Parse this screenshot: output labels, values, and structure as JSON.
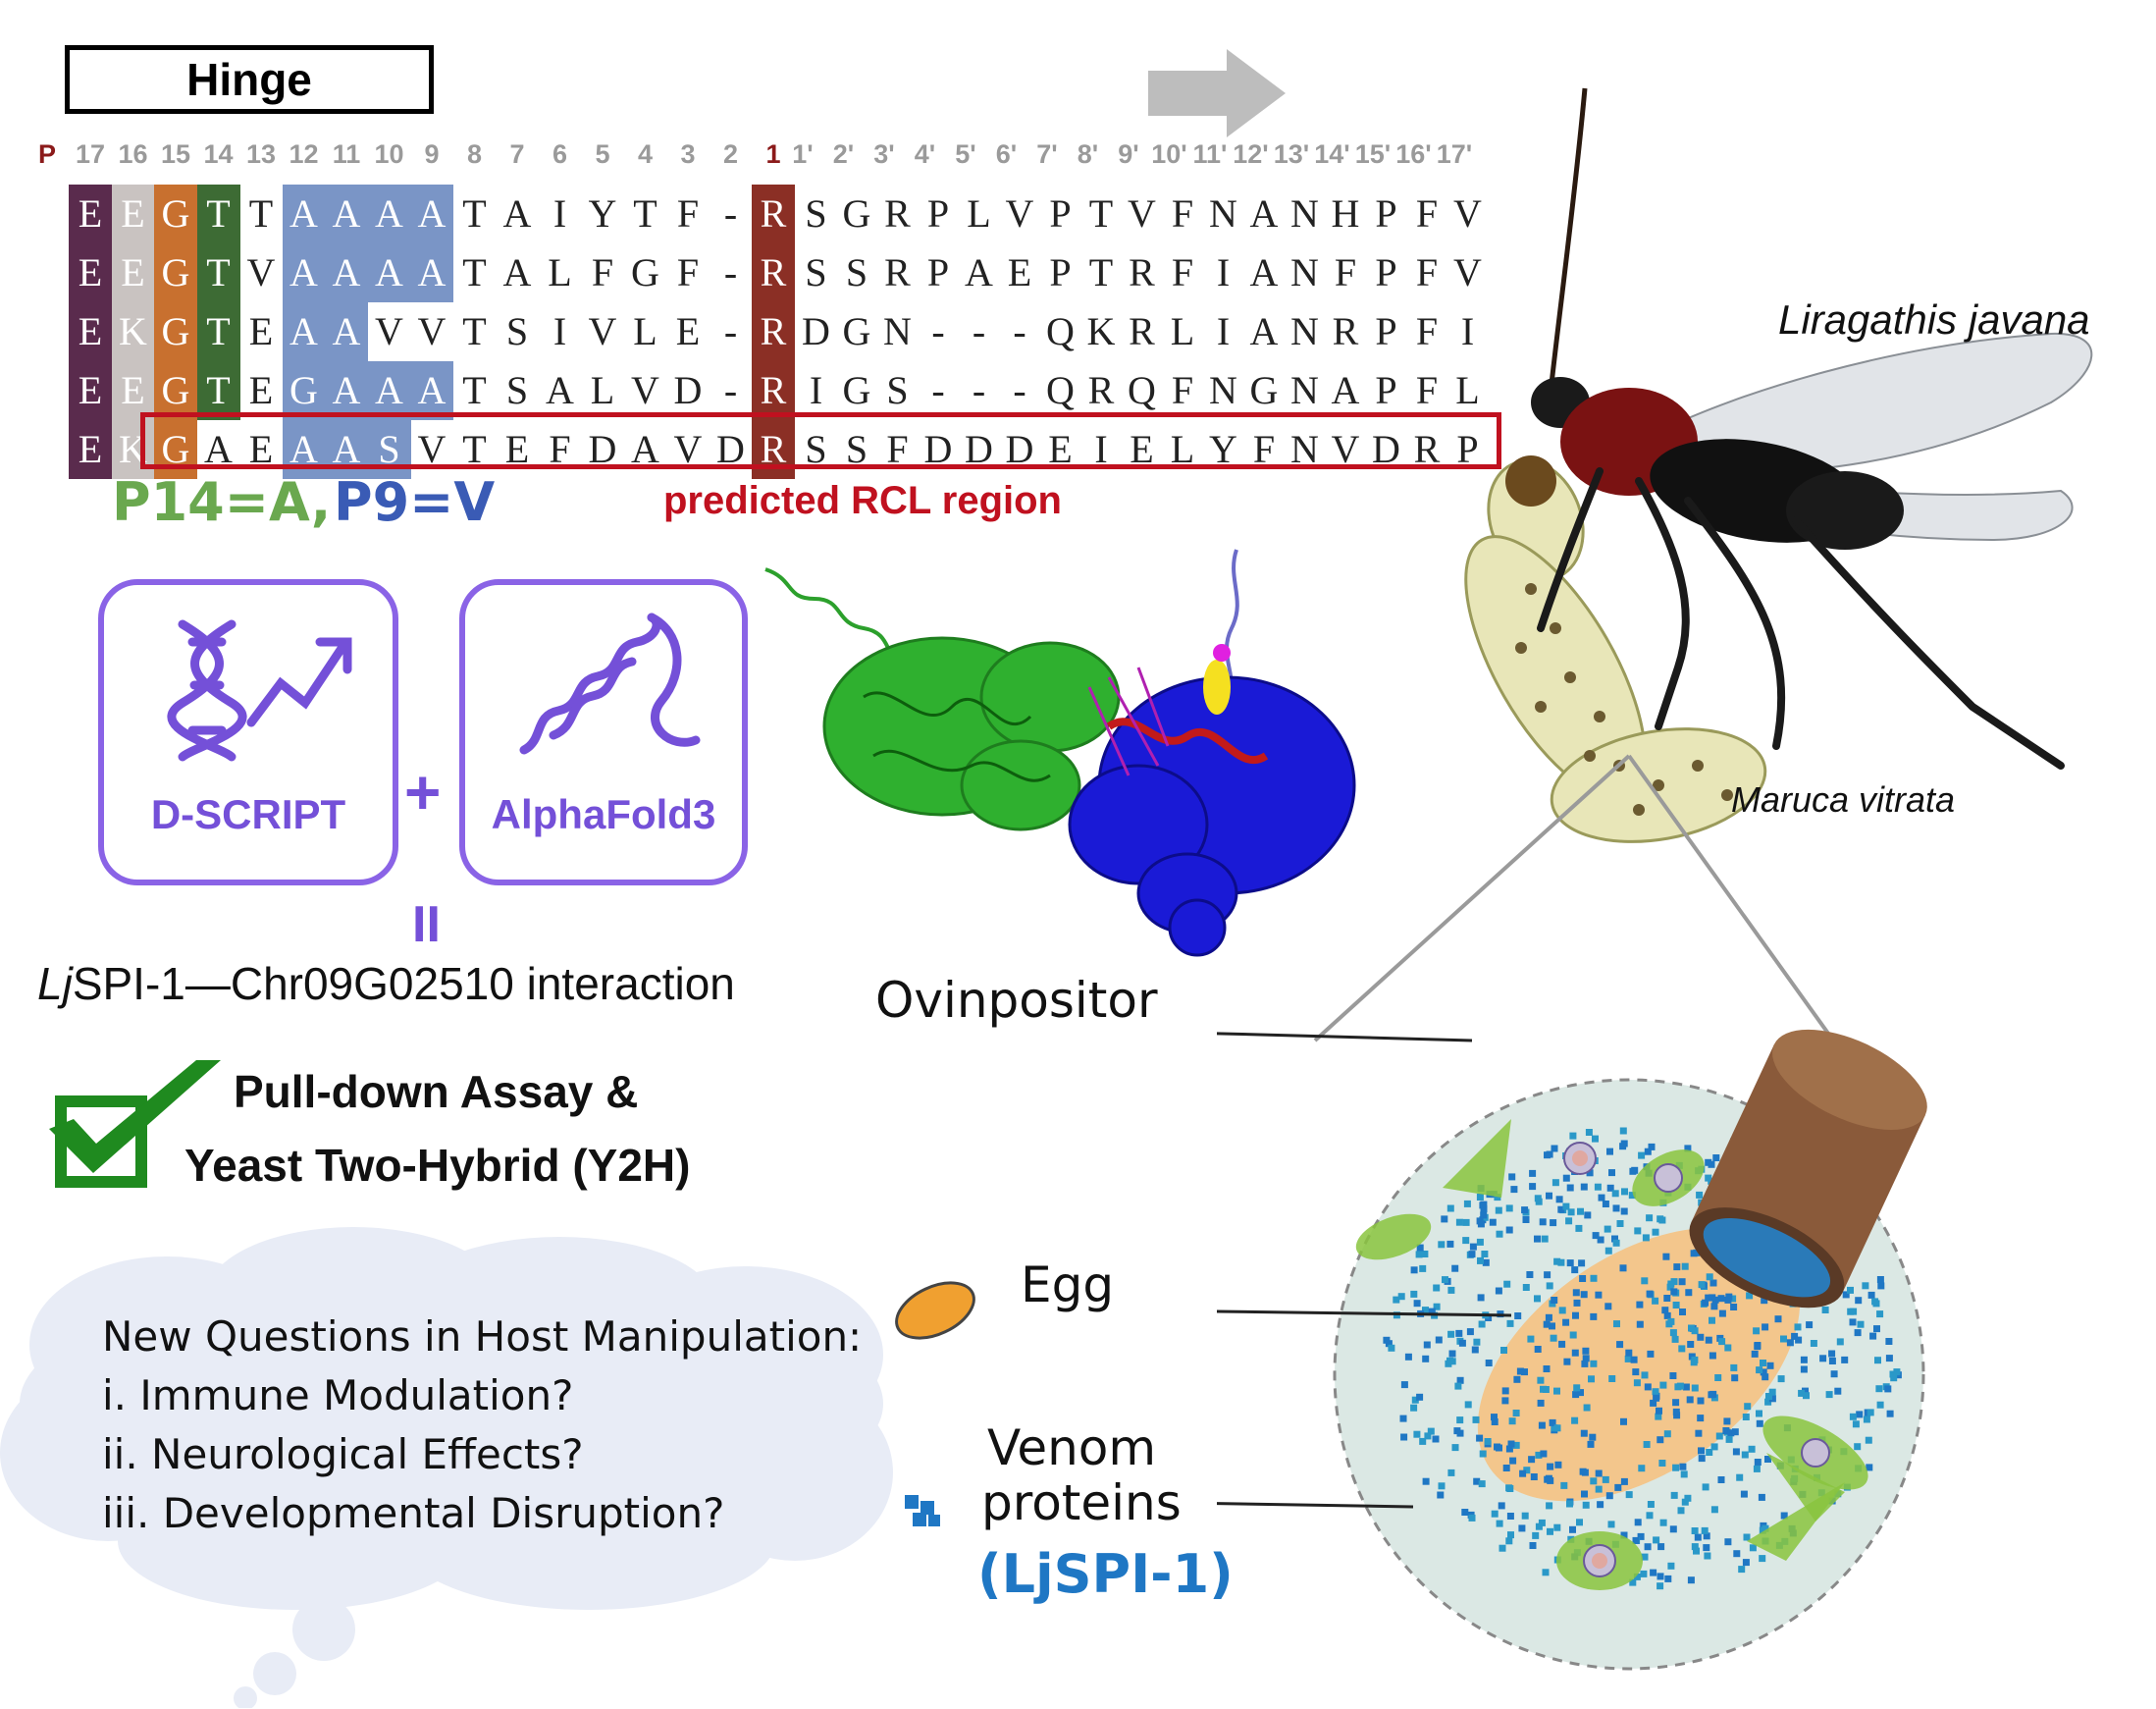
{
  "hinge_label": "Hinge",
  "positions": {
    "p_label": "P",
    "left": [
      "17",
      "16",
      "15",
      "14",
      "13",
      "12",
      "11",
      "10",
      "9",
      "8",
      "7",
      "6",
      "5",
      "4",
      "3",
      "2",
      "1"
    ],
    "right": [
      "1'",
      "2'",
      "3'",
      "4'",
      "5'",
      "6'",
      "7'",
      "8'",
      "9'",
      "10'",
      "11'",
      "12'",
      "13'",
      "14'",
      "15'",
      "16'",
      "17'"
    ]
  },
  "alignment": [
    "EEGTTAAAATAIYTF-RSGRPLVPTVFNANHPFV",
    "EEGTVAAAATALFGF-RSSRPAEPTRFIANFPFV",
    "EKGTEAAVVTSIVLE-RDGN---QKRLIANRPFI",
    "EEGTEGAAATSALVD-RIGS---QRQFNGNAPFL",
    "EKGAEAASVTEFDAVDRSSFDDDEIELYFNVDRP"
  ],
  "p14_label": "P14=A,",
  "p9_label": "P9=V",
  "rcl_label": "predicted RCL region",
  "tools": {
    "left": "D-SCRIPT",
    "right": "AlphaFold3",
    "plus": "+",
    "equals": "II"
  },
  "interaction": {
    "italic": "Lj",
    "rest": "SPI-1—Chr09G02510 interaction"
  },
  "assay": {
    "line1": "Pull-down Assay &",
    "line2": "Yeast Two-Hybrid (Y2H)"
  },
  "questions": [
    "New Questions in Host Manipulation:",
    "i. Immune Modulation?",
    "ii. Neurological Effects?",
    "iii. Developmental Disruption?"
  ],
  "species": {
    "wasp": "Liragathis javana",
    "host": "Maruca vitrata"
  },
  "labels": {
    "ovipositor": "Ovinpositor",
    "egg": "Egg",
    "venom_line1": "Venom",
    "venom_line2": "proteins",
    "venom_name": "(LjSPI-1)"
  },
  "colors": {
    "col_E": "#5a2b4d",
    "col_EK": "#c9c3c1",
    "col_G": "#c8702f",
    "col_T": "#3d6b34",
    "col_A": "#7a95c6",
    "col_R": "#8b2f25",
    "rcl_box": "#c0111f",
    "p14": "#6aa84f",
    "p9": "#3a5bb5",
    "tool": "#8a63e6",
    "venom": "#1f77c4",
    "egg": "#f0a030"
  }
}
